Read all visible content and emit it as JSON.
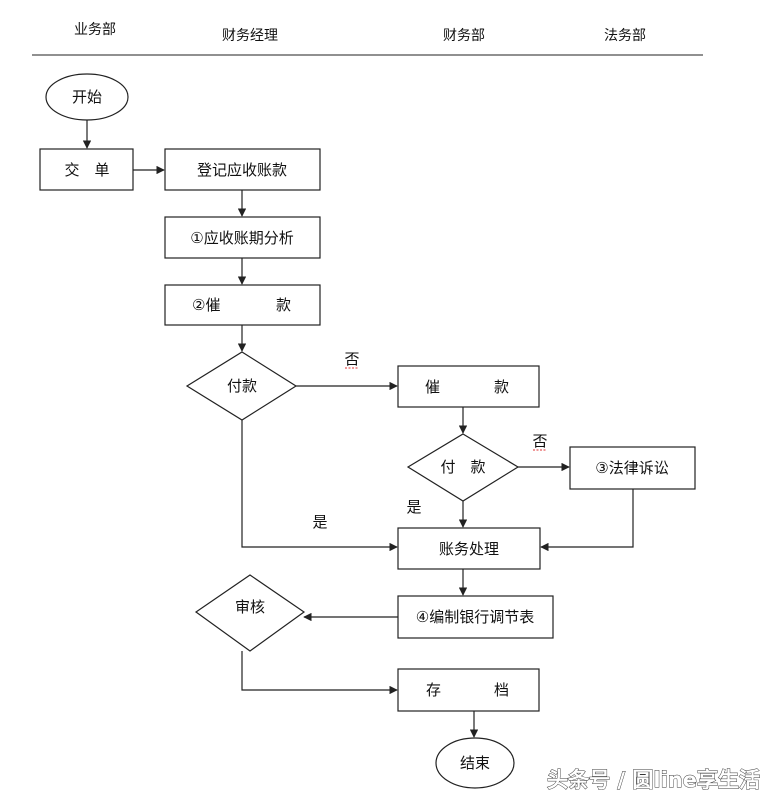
{
  "lanes": {
    "business": "业务部",
    "finance_manager": "财务经理",
    "finance": "财务部",
    "legal": "法务部"
  },
  "nodes": {
    "start": "开始",
    "submit_order": "交　单",
    "register_receivables": "登记应收账款",
    "aging_analysis": "①应收账期分析",
    "collect_1_a": "②催",
    "collect_1_b": "款",
    "payment_1": "付款",
    "collect_2_a": "催",
    "collect_2_b": "款",
    "payment_2": "付　款",
    "litigation": "③法律诉讼",
    "account_processing": "账务处理",
    "bank_reconciliation": "④编制银行调节表",
    "audit": "审核",
    "archive_a": "存",
    "archive_b": "档",
    "end": "结束"
  },
  "edge_labels": {
    "no_1": "否",
    "no_2": "否",
    "yes_1": "是",
    "yes_2": "是"
  },
  "watermark": "头条号 / 圆line享生活"
}
